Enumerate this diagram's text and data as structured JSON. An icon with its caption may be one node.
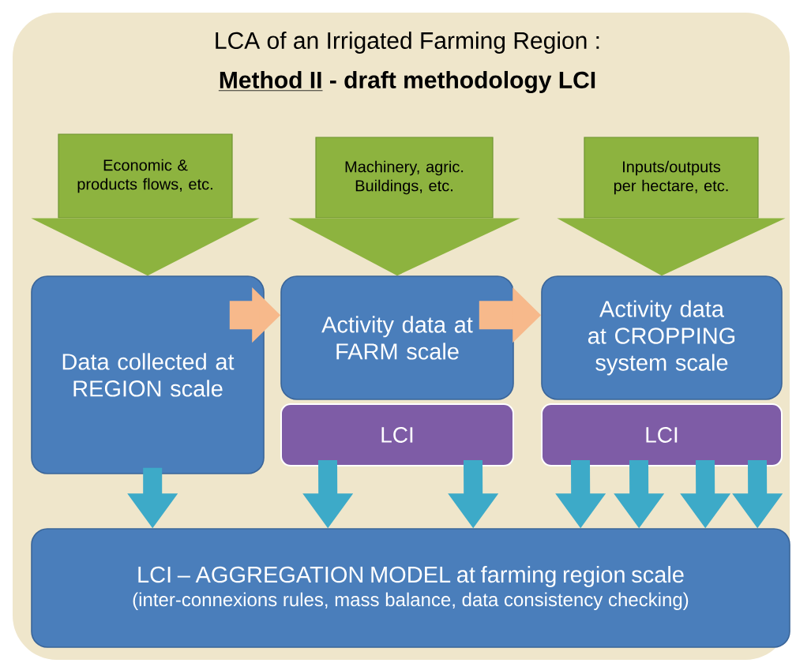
{
  "diagram": {
    "title": "LCA of an Irrigated Farming Region :",
    "nodes": [
      {
        "text": [
          "Economic & products flows, etc."
        ]
      },
      {
        "text": [
          "Machinery, agric. Buildings, etc."
        ]
      },
      {
        "text": [
          "Inputs/outputs per hectare, etc."
        ]
      },
      {
        "text": [
          "Data collected at REGION scale"
        ]
      },
      {
        "text": [
          "Activity data at FARM scale"
        ]
      },
      {
        "text": [
          "LCI"
        ]
      },
      {
        "text": [
          "Activity data at CROPPING system scale"
        ]
      },
      {
        "text": [
          "LCI"
        ]
      },
      {
        "text": [
          "LCI – AGGREGATION MODEL  at farming region scale",
          "(inter-connexions rules, mass balance, data consistency checking)"
        ]
      }
    ],
    "edges": [
      {
        "from": 0,
        "to": 3,
        "arrow": "to"
      },
      {
        "from": 1,
        "to": 4,
        "arrow": "to"
      },
      {
        "from": 2,
        "to": 6,
        "arrow": "to"
      },
      {
        "from": 3,
        "to": 4,
        "arrow": "to",
        "color": "#f7b98b"
      },
      {
        "from": 4,
        "to": 6,
        "arrow": "to",
        "color": "#f7b98b"
      },
      {
        "from": 3,
        "to": 8,
        "arrow": "to"
      },
      {
        "from": 5,
        "to": 8,
        "arrow": "to"
      },
      {
        "from": 5,
        "to": 8,
        "arrow": "to"
      },
      {
        "from": 7,
        "to": 8,
        "arrow": "to"
      },
      {
        "from": 7,
        "to": 8,
        "arrow": "to"
      },
      {
        "from": 7,
        "to": 8,
        "arrow": "to"
      },
      {
        "from": 7,
        "to": 8,
        "arrow": "to"
      }
    ],
    "labels": [
      "Method II",
      "- draft methodology LCI"
    ]
  }
}
